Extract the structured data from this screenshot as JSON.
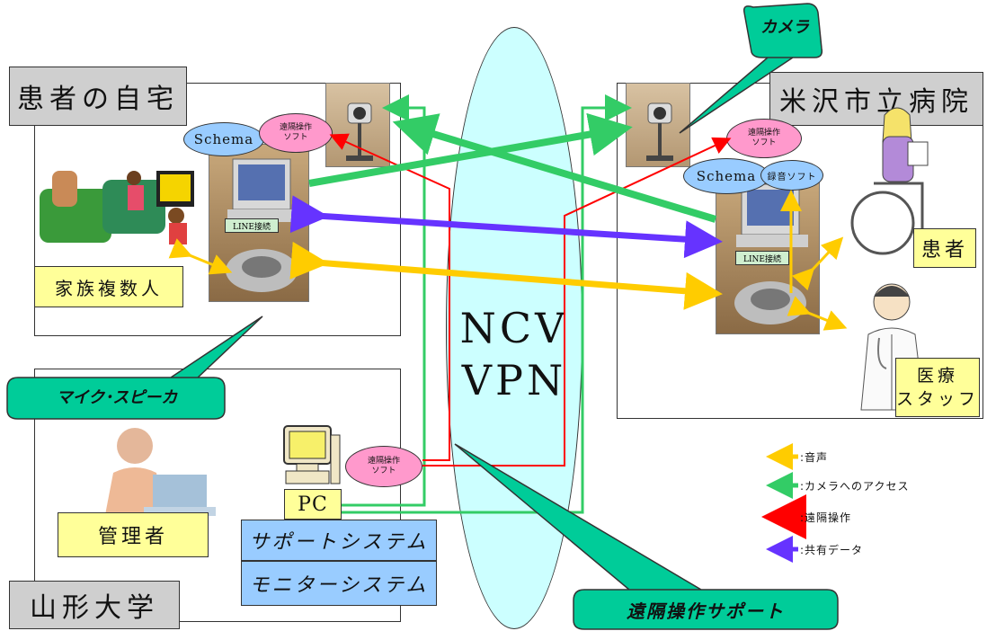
{
  "home": {
    "title": "患者の自宅",
    "family_label": "家族複数人",
    "schema": "Schema",
    "remote_soft_line1": "遠隔操作",
    "remote_soft_line2": "ソフト",
    "line_badge": "LINE接続"
  },
  "hospital": {
    "title": "米沢市立病院",
    "schema": "Schema",
    "recording_soft": "録音ソフト",
    "remote_soft_line1": "遠隔操作",
    "remote_soft_line2": "ソフト",
    "line_badge": "LINE接続",
    "patient_label": "患者",
    "staff_label_line1": "医療",
    "staff_label_line2": "スタッフ"
  },
  "university": {
    "title": "山形大学",
    "admin_label": "管理者",
    "pc_label": "PC",
    "remote_soft_line1": "遠隔操作",
    "remote_soft_line2": "ソフト",
    "support_system": "サポートシステム",
    "monitor_system": "モニターシステム"
  },
  "network": {
    "line1": "NCV",
    "line2": "VPN"
  },
  "callouts": {
    "camera": "カメラ",
    "mic_speaker": "マイク･スピーカ",
    "remote_support": "遠隔操作サポート"
  },
  "legend": [
    {
      "text": ":音声",
      "color": "#ffcc00"
    },
    {
      "text": ":カメラへのアクセス",
      "color": "#33cc66"
    },
    {
      "text": ":遠隔操作",
      "color": "#ff0000"
    },
    {
      "text": ":共有データ",
      "color": "#6633ff"
    }
  ],
  "colors": {
    "audio": "#ffcc00",
    "camera_access": "#33cc66",
    "remote_control": "#ff0000",
    "shared_data": "#6633ff",
    "callout": "#00cc99",
    "vpn": "#ccffff"
  }
}
